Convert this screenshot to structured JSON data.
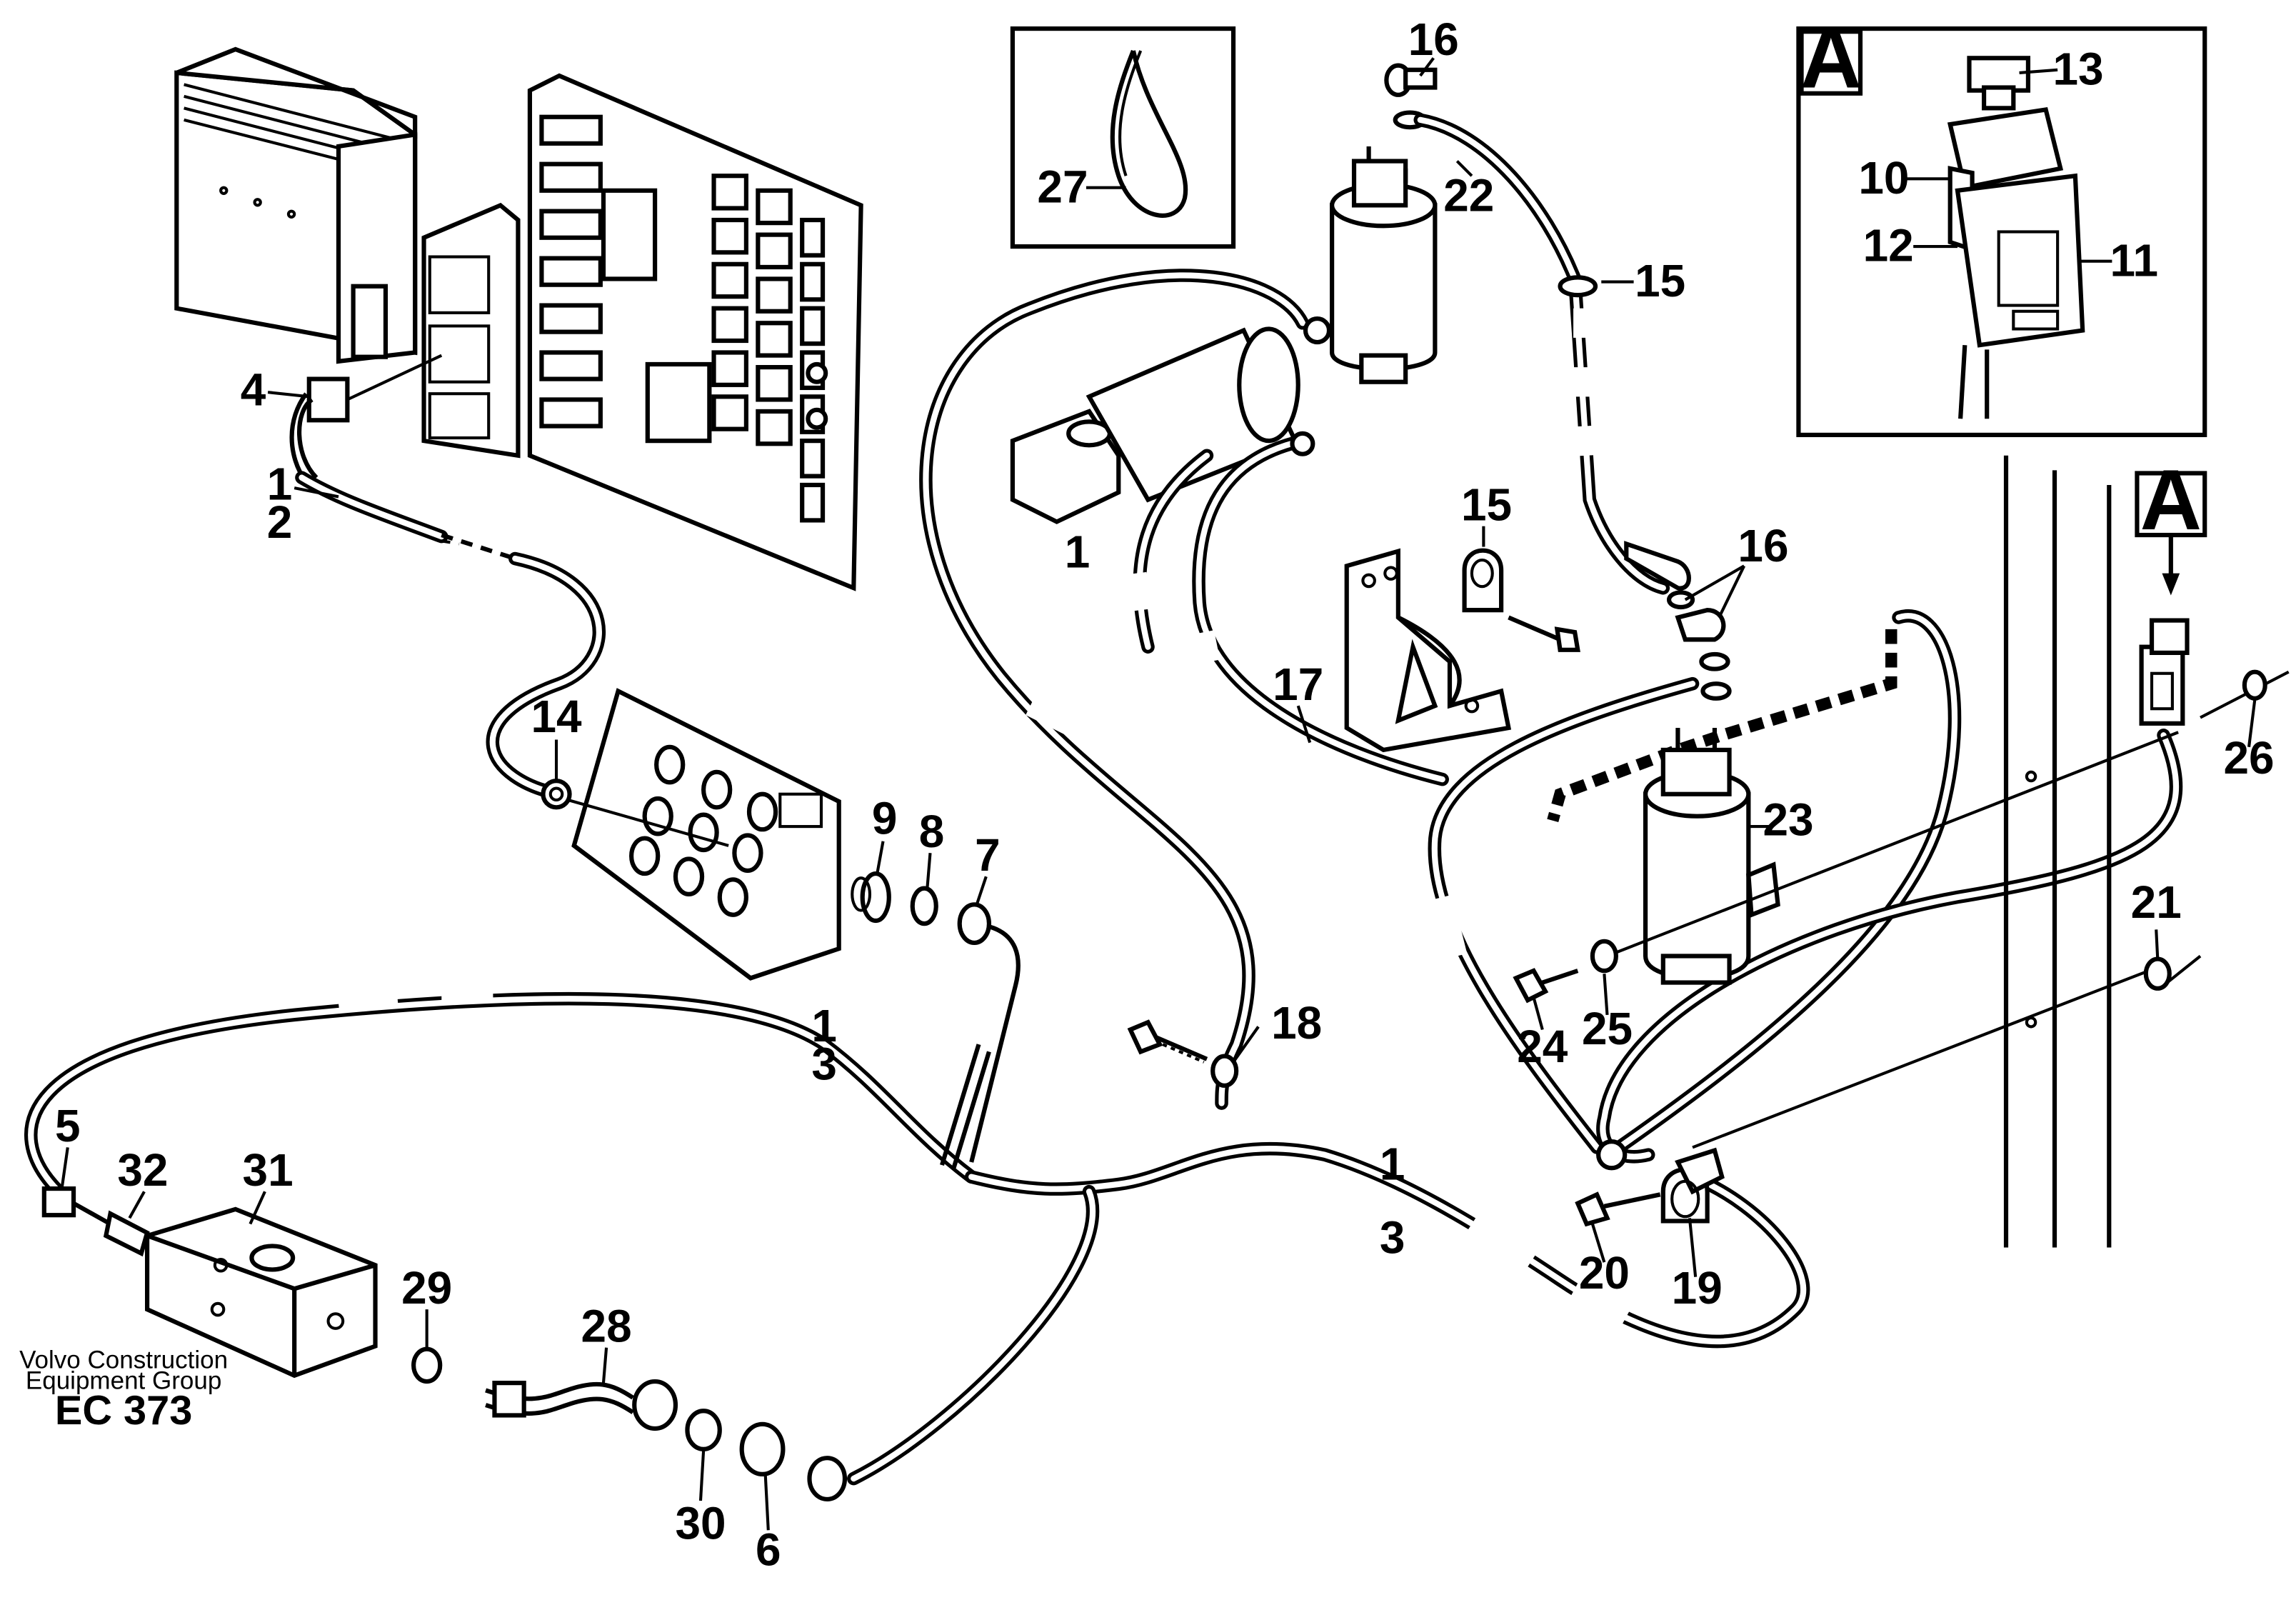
{
  "title": "",
  "footer": {
    "company_line1": "Volvo Construction",
    "company_line2": "Equipment Group",
    "code": "EC 373"
  },
  "detail": {
    "letter": "A"
  },
  "callouts": {
    "n1": "1",
    "n2": "2",
    "n3": "3",
    "n4": "4",
    "n5": "5",
    "n6": "6",
    "n7": "7",
    "n8": "8",
    "n9": "9",
    "n10": "10",
    "n11": "11",
    "n12": "12",
    "n13": "13",
    "n14": "14",
    "n15": "15",
    "n16": "16",
    "n17": "17",
    "n18": "18",
    "n19": "19",
    "n20": "20",
    "n21": "21",
    "n22": "22",
    "n23": "23",
    "n24": "24",
    "n25": "25",
    "n26": "26",
    "n27": "27",
    "n28": "28",
    "n29": "29",
    "n30": "30",
    "n31": "31",
    "n32": "32"
  }
}
